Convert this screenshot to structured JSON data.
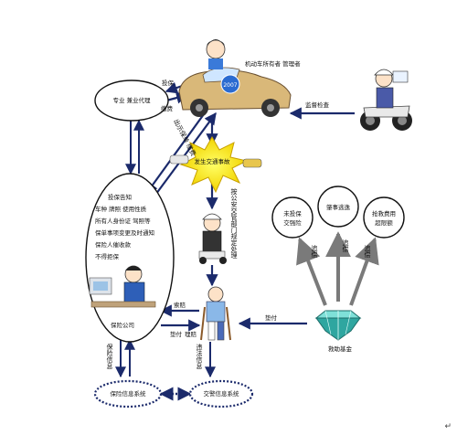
{
  "title_fragment": "",
  "nodes": {
    "agent": "专业 兼业代理",
    "owner": "机动车所有者 管理者",
    "accident": "发生交通事故",
    "insurer_notes": [
      "投保告知",
      "车种 牌照 使用性质",
      "所有人身份证 驾照等",
      "保单事项变更及时通知",
      "保险人催收款",
      "不得拒保"
    ],
    "insurer": "保险公司",
    "fund_reasons": [
      "未投保交强险",
      "肇事逃逸",
      "抢救费用超限额"
    ],
    "fund": "救助基金",
    "ins_info": "保险信息系统",
    "traffic_info": "交警信息系统",
    "car_plate": "2007"
  },
  "edges": {
    "owner_agent": "投保",
    "agent_owner": "缴费",
    "supervise": "监督检查",
    "owner_insurer": "出示保单 缴费",
    "claim_report": "报案",
    "police_handling": "按公安交管部门规定处理",
    "compensate": "索赔",
    "advance": "垫付",
    "settle": "理赔",
    "fund_advance": "垫付",
    "fund_recover": [
      "追偿",
      "追偿",
      "追偿"
    ],
    "ins_info_up": "保险信息",
    "violation_info": "违法信息"
  },
  "corner_mark": "↵"
}
